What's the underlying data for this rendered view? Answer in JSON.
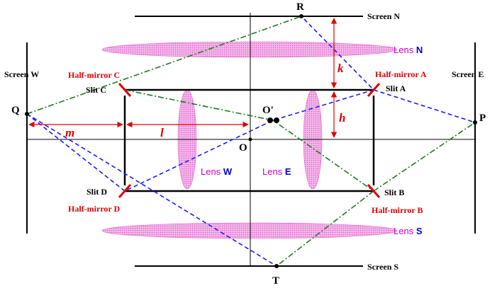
{
  "colors": {
    "red": "#e00000",
    "magenta": "#cc00cc",
    "lens_fill": "#ee88dd",
    "blue_path": "#1a1aff",
    "green_path": "#1f7a1f"
  },
  "screens": {
    "north": "Screen N",
    "south": "Screen S",
    "west": "Screen W",
    "east": "Screen E"
  },
  "mirrors": {
    "a": "Half-mirror A",
    "b": "Half-mirror B",
    "c": "Half-mirror C",
    "d": "Half-mirror D"
  },
  "slits": {
    "a": "Slit A",
    "b": "Slit B",
    "c": "Slit C",
    "d": "Slit D"
  },
  "lenses": {
    "n": {
      "prefix": "Lens ",
      "letter": "N"
    },
    "s": {
      "prefix": "Lens ",
      "letter": "S"
    },
    "w": {
      "prefix": "Lens ",
      "letter": "W"
    },
    "e": {
      "prefix": "Lens ",
      "letter": "E"
    }
  },
  "points": {
    "r": "R",
    "t": "T",
    "q": "Q",
    "p": "P",
    "o": "O",
    "o_prime": "O'"
  },
  "dimensions": {
    "k": "k",
    "h": "h",
    "m": "m",
    "l": "l"
  }
}
